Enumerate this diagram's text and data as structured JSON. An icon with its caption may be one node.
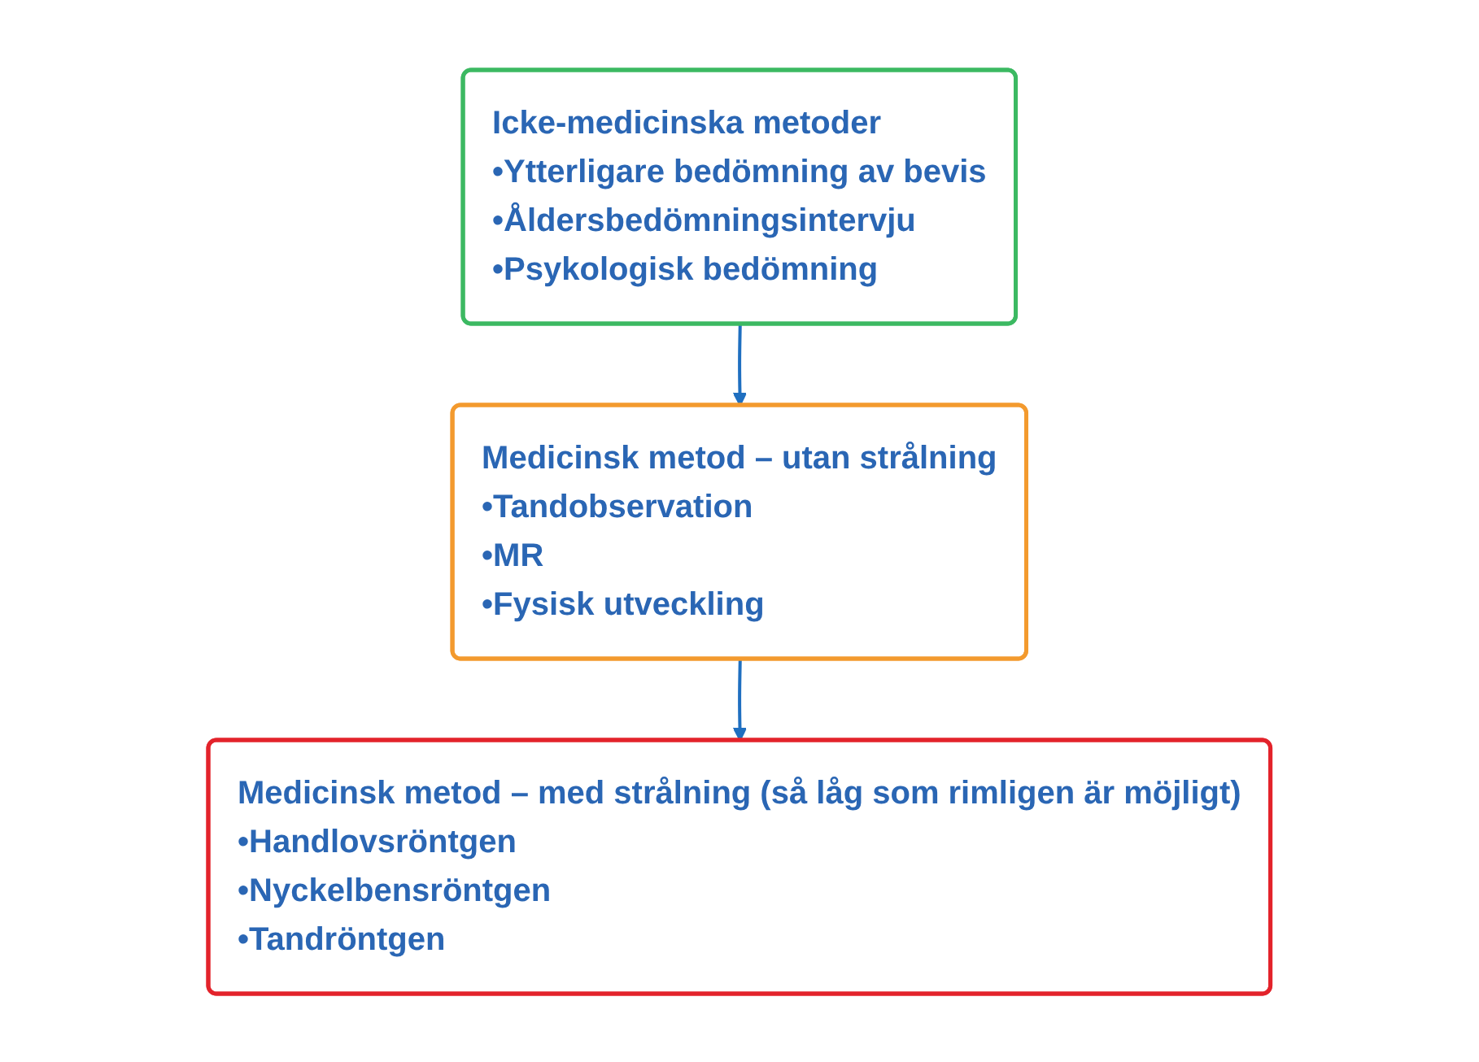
{
  "diagram": {
    "nodes": [
      {
        "text": [
          "Icke-medicinska metoder",
          "•Ytterligare bedömning av bevis",
          "•Åldersbedömningsintervju",
          "•Psykologisk bedömning"
        ]
      },
      {
        "text": [
          "Medicinsk metod – utan strålning",
          "•Tandobservation",
          "•MR",
          "•Fysisk utveckling"
        ]
      },
      {
        "text": [
          "Medicinsk metod – med strålning (så låg som rimligen är möjligt)",
          "•Handlovsröntgen",
          "•Nyckelbensröntgen",
          "•Tandröntgen"
        ]
      }
    ],
    "edges": [
      {
        "from": 0,
        "to": 1,
        "arrow": "to"
      },
      {
        "from": 1,
        "to": 2,
        "arrow": "to"
      }
    ]
  }
}
